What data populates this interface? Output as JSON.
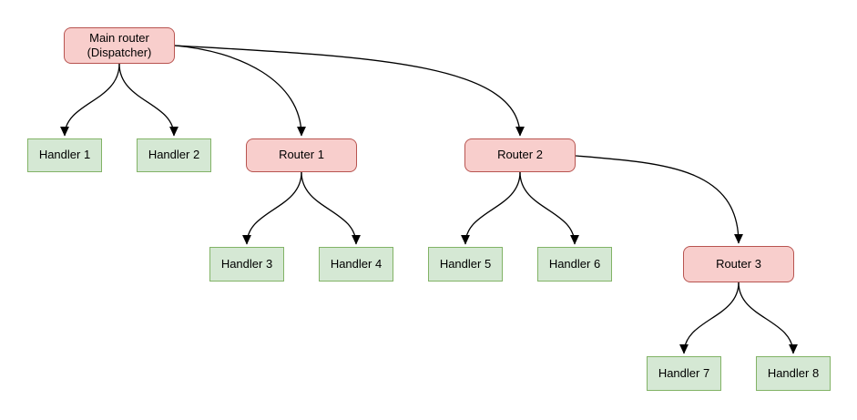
{
  "colors": {
    "router_fill": "#f8cecc",
    "router_border": "#b85450",
    "handler_fill": "#d5e8d4",
    "handler_border": "#82b366",
    "edge_color": "#000000",
    "text_color": "#000000",
    "background": "#ffffff"
  },
  "nodes": {
    "main": {
      "label": "Main router\n(Dispatcher)",
      "type": "router"
    },
    "r1": {
      "label": "Router 1",
      "type": "router"
    },
    "r2": {
      "label": "Router 2",
      "type": "router"
    },
    "r3": {
      "label": "Router 3",
      "type": "router"
    },
    "h1": {
      "label": "Handler 1",
      "type": "handler"
    },
    "h2": {
      "label": "Handler 2",
      "type": "handler"
    },
    "h3": {
      "label": "Handler 3",
      "type": "handler"
    },
    "h4": {
      "label": "Handler 4",
      "type": "handler"
    },
    "h5": {
      "label": "Handler 5",
      "type": "handler"
    },
    "h6": {
      "label": "Handler 6",
      "type": "handler"
    },
    "h7": {
      "label": "Handler 7",
      "type": "handler"
    },
    "h8": {
      "label": "Handler 8",
      "type": "handler"
    }
  },
  "edges": [
    {
      "from": "main",
      "to": "h1"
    },
    {
      "from": "main",
      "to": "h2"
    },
    {
      "from": "main",
      "to": "r1"
    },
    {
      "from": "main",
      "to": "r2"
    },
    {
      "from": "r1",
      "to": "h3"
    },
    {
      "from": "r1",
      "to": "h4"
    },
    {
      "from": "r2",
      "to": "h5"
    },
    {
      "from": "r2",
      "to": "h6"
    },
    {
      "from": "r2",
      "to": "r3"
    },
    {
      "from": "r3",
      "to": "h7"
    },
    {
      "from": "r3",
      "to": "h8"
    }
  ]
}
